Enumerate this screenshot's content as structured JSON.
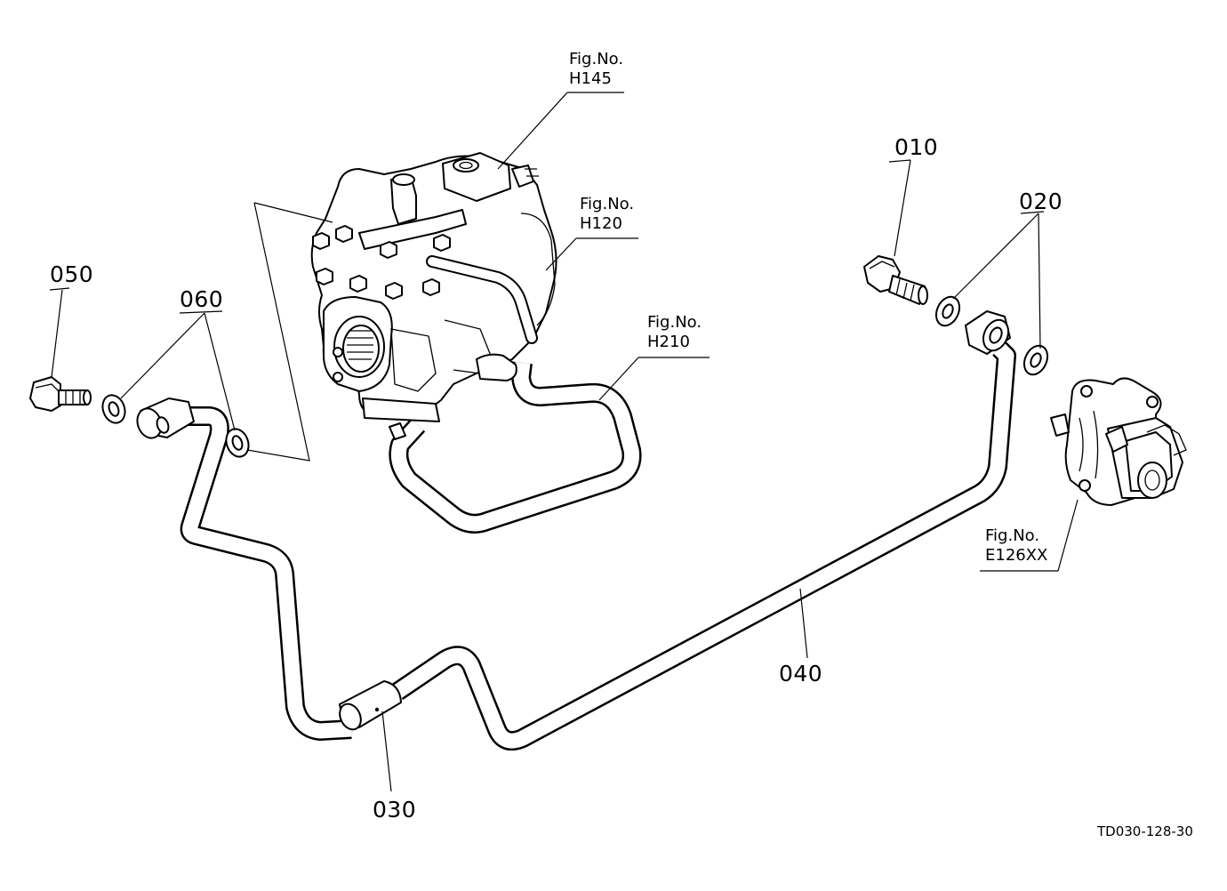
{
  "callouts": {
    "p010": "010",
    "p020": "020",
    "p030": "030",
    "p040": "040",
    "p050": "050",
    "p060": "060"
  },
  "references": {
    "h145": {
      "line1": "Fig.No.",
      "line2": "H145"
    },
    "h120": {
      "line1": "Fig.No.",
      "line2": "H120"
    },
    "h210": {
      "line1": "Fig.No.",
      "line2": "H210"
    },
    "e126": {
      "line1": "Fig.No.",
      "line2": "E126XX"
    }
  },
  "drawing_code": "TD030-128-30"
}
